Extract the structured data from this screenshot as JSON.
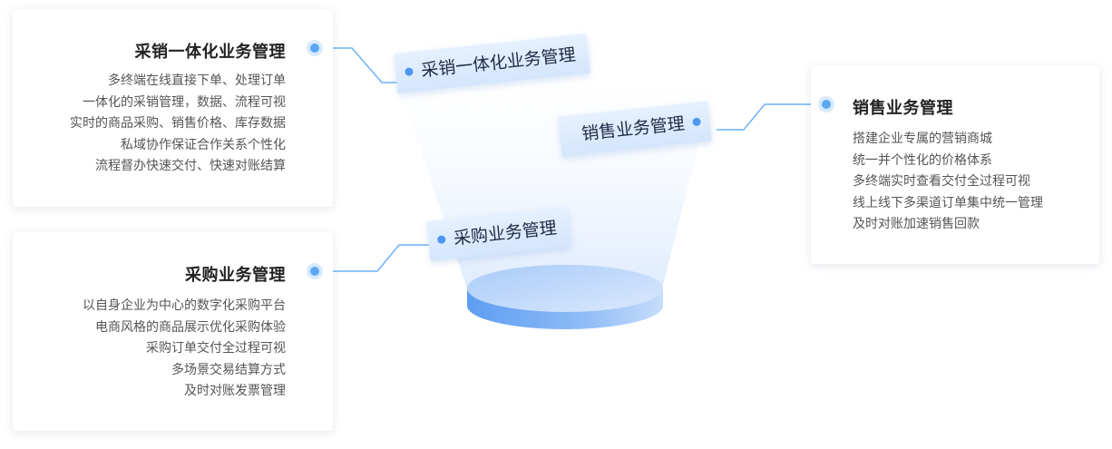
{
  "center_tags": {
    "procurement_sales": "采销一体化业务管理",
    "sales": "销售业务管理",
    "procurement": "采购业务管理"
  },
  "cards": {
    "procurement_sales": {
      "title": "采销一体化业务管理",
      "lines": [
        "多终端在线直接下单、处理订单",
        "一体化的采销管理，数据、流程可视",
        "实时的商品采购、销售价格、库存数据",
        "私域协作保证合作关系个性化",
        "流程督办快速交付、快速对账结算"
      ]
    },
    "procurement": {
      "title": "采购业务管理",
      "lines": [
        "以自身企业为中心的数字化采购平台",
        "电商风格的商品展示优化采购体验",
        "采购订单交付全过程可视",
        "多场景交易结算方式",
        "及时对账发票管理"
      ]
    },
    "sales": {
      "title": "销售业务管理",
      "lines": [
        "搭建企业专属的营销商城",
        "统一并个性化的价格体系",
        "多终端实时查看交付全过程可视",
        "线上线下多渠道订单集中统一管理",
        "及时对账加速销售回款"
      ]
    }
  },
  "colors": {
    "accent": "#5aa8f5",
    "tag_bg": "#e1eefd",
    "text": "#222222"
  }
}
